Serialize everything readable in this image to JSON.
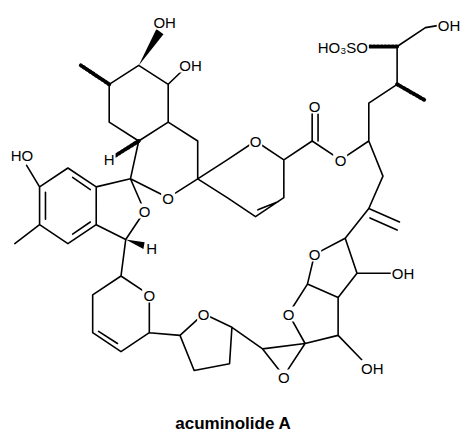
{
  "diagram": {
    "caption": "acuminolide A",
    "labels": [
      "OH",
      "OH",
      "HO₃SO",
      "OH",
      "O",
      "O",
      "O",
      "HO",
      "H",
      "O",
      "O",
      "H",
      "O",
      "O",
      "O",
      "OH",
      "O",
      "O",
      "OH"
    ]
  }
}
